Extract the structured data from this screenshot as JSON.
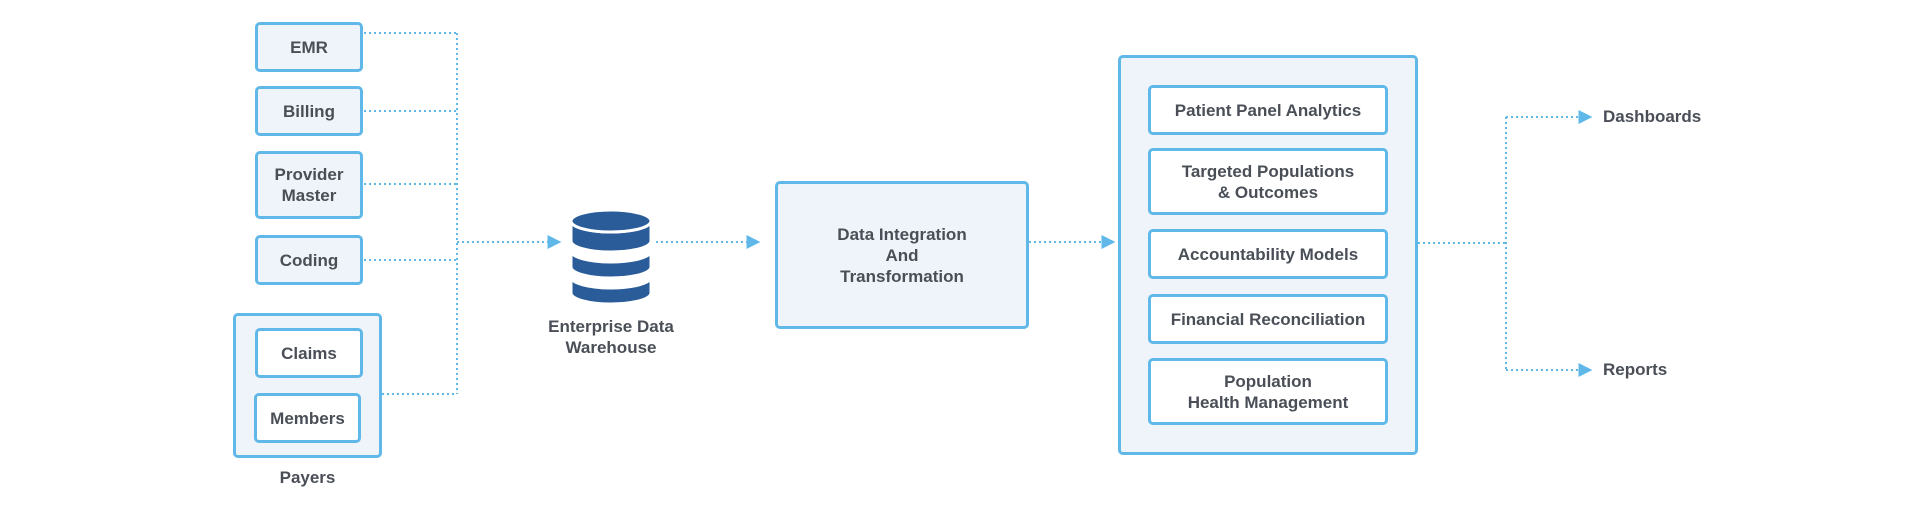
{
  "sources": {
    "emr": "EMR",
    "billing": "Billing",
    "provider_master": "Provider\nMaster",
    "coding": "Coding"
  },
  "payers": {
    "claims": "Claims",
    "members": "Members",
    "caption": "Payers"
  },
  "warehouse": {
    "caption": "Enterprise Data\nWarehouse",
    "icon": "database-icon"
  },
  "integration": {
    "label": "Data Integration\nAnd\nTransformation"
  },
  "analytics": {
    "items": [
      "Patient Panel Analytics",
      "Targeted Populations\n& Outcomes",
      "Accountability Models",
      "Financial Reconciliation",
      "Population\nHealth Management"
    ]
  },
  "outputs": {
    "dashboards": "Dashboards",
    "reports": "Reports"
  },
  "colors": {
    "border": "#5fb8e8",
    "box_fill": "#eef4f9",
    "connector": "#5fb8e8",
    "database": "#2a5c9a",
    "text": "#4a4f57"
  }
}
